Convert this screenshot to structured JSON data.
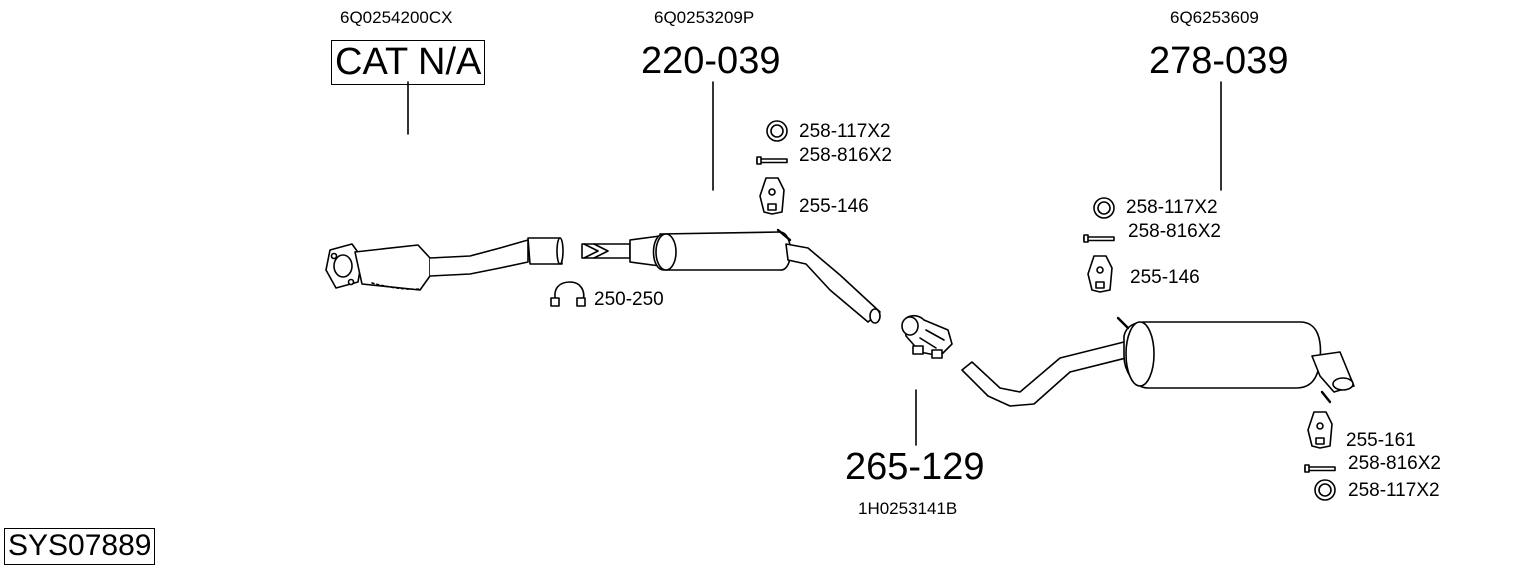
{
  "system_code": "SYS07889",
  "parts": {
    "catalytic": {
      "oem": "6Q0254200CX",
      "code": "CAT N/A"
    },
    "middle": {
      "oem": "6Q0253209P",
      "code": "220-039"
    },
    "rear": {
      "oem": "6Q6253609",
      "code": "278-039"
    },
    "front_pipe": {
      "oem": "1H0253141B",
      "code": "265-129"
    }
  },
  "accessories": {
    "clamp": "250-250",
    "middle_ring": "258-117X2",
    "middle_bolt": "258-816X2",
    "middle_hanger": "255-146",
    "rear_ring": "258-117X2",
    "rear_bolt": "258-816X2",
    "rear_hanger": "255-146",
    "tail_hanger": "255-161",
    "tail_bolt": "258-816X2",
    "tail_ring": "258-117X2"
  },
  "colors": {
    "line": "#000000",
    "fill": "#ffffff",
    "shade": "#888888"
  }
}
